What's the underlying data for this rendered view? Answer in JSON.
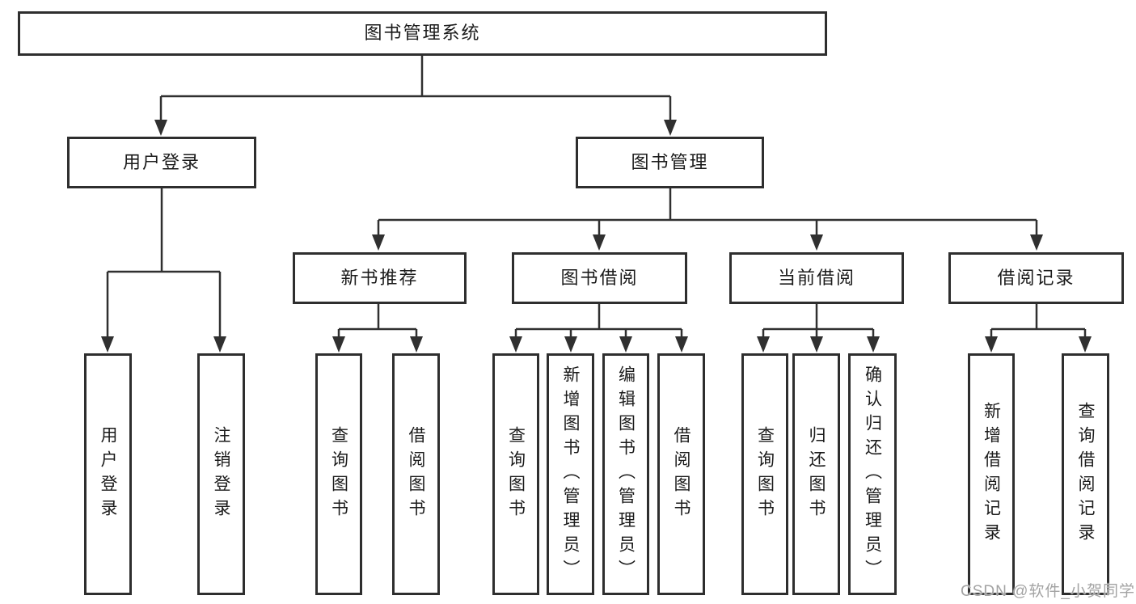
{
  "diagram_title": "图书管理系统",
  "colors": {
    "background": "#ffffff",
    "box_border": "#2e2e2e",
    "line": "#303030",
    "text": "#1b1b1b",
    "watermark": "#a3a3a3"
  },
  "tree": {
    "label": "图书管理系统",
    "children": [
      {
        "label": "用户登录",
        "children": [
          {
            "label": "用户登录"
          },
          {
            "label": "注销登录"
          }
        ]
      },
      {
        "label": "图书管理",
        "children": [
          {
            "label": "新书推荐",
            "children": [
              {
                "label": "查询图书"
              },
              {
                "label": "借阅图书"
              }
            ]
          },
          {
            "label": "图书借阅",
            "children": [
              {
                "label": "查询图书"
              },
              {
                "label": "新增图书（管理员）"
              },
              {
                "label": "编辑图书（管理员）"
              },
              {
                "label": "借阅图书"
              }
            ]
          },
          {
            "label": "当前借阅",
            "children": [
              {
                "label": "查询图书"
              },
              {
                "label": "归还图书"
              },
              {
                "label": "确认归还（管理员）"
              }
            ]
          },
          {
            "label": "借阅记录",
            "children": [
              {
                "label": "新增借阅记录"
              },
              {
                "label": "查询借阅记录"
              }
            ]
          }
        ]
      }
    ]
  },
  "watermark": {
    "text": "CSDN @软件_小贺同学"
  }
}
